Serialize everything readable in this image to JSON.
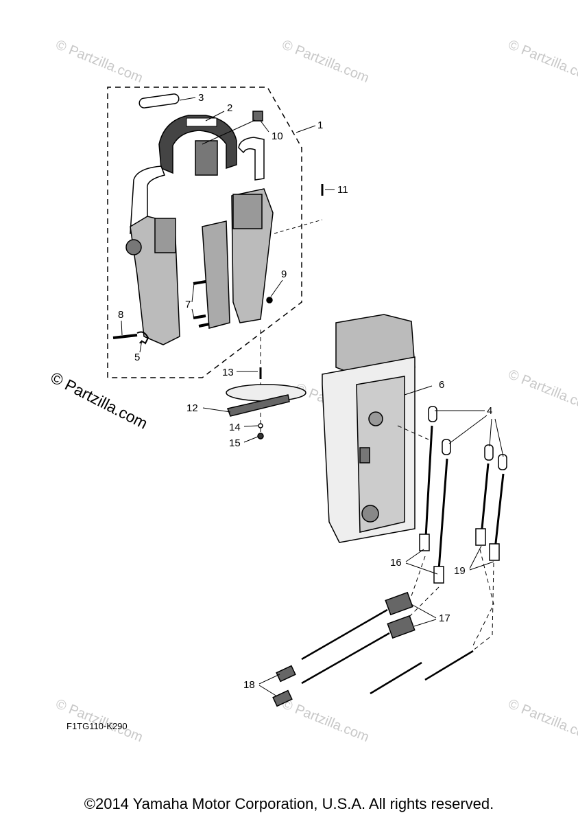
{
  "diagram": {
    "part_labels": [
      "1",
      "2",
      "3",
      "4",
      "5",
      "6",
      "7",
      "8",
      "9",
      "10",
      "11",
      "12",
      "13",
      "14",
      "15",
      "16",
      "17",
      "18",
      "19"
    ],
    "diagram_code": "F1TG110-K290",
    "watermark_text": "© Partzilla.com"
  },
  "footer": {
    "copyright": "©2014 Yamaha Motor Corporation, U.S.A. All rights reserved."
  },
  "colors": {
    "line": "#000000",
    "watermark": "#c8c8c8",
    "background": "#ffffff"
  }
}
